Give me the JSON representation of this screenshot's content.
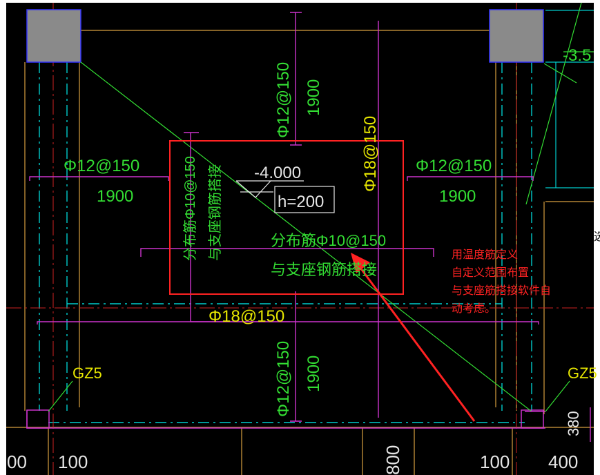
{
  "labels": {
    "top_rebar": "Φ12@150",
    "top_len": "1900",
    "left_rebar": "Φ12@150",
    "left_len": "1900",
    "right_rebar": "Φ12@150",
    "right_len": "1900",
    "elev": "-4.000",
    "thickness": "h=200",
    "center_dist_1": "分布筋Φ10@150",
    "center_dist_2": "与支座钢筋搭接",
    "left_vert_1": "分布筋Φ10@150",
    "left_vert_2": "与支座钢筋搭接",
    "vert_18": "Φ18@150",
    "bottom_18": "Φ18@150",
    "bottom_rebar": "Φ12@150",
    "bottom_len": "1900",
    "gz_left": "GZ5",
    "gz_right": "GZ5",
    "right_top_elev": "-3.5",
    "bottom_100_a": "100",
    "bottom_100_b": "100",
    "bottom_400": "400",
    "bottom_00": "00",
    "bottom_800": "800",
    "right_380": "380",
    "cut_char": "选"
  },
  "note": {
    "line1": "用温度筋定义",
    "line2": "自定义范围布置",
    "line3": "与支座筋搭接软件自",
    "line4": "动考虑。"
  },
  "colors": {
    "background": "#000000",
    "cyan_dash": "#00cccc",
    "magenta": "#cc33cc",
    "green": "#33dd33",
    "yellow": "#e6e600",
    "orange": "#d8a040",
    "red_axis": "#cc2222",
    "highlight_box": "#ff2222",
    "column_fill": "#8a8a8a",
    "column_border": "#3333ff"
  }
}
